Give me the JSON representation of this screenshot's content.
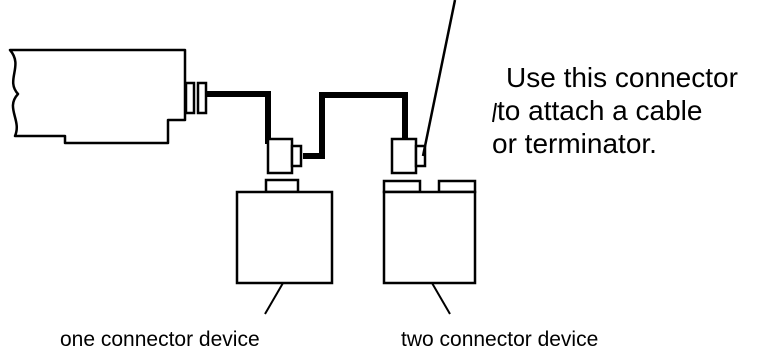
{
  "callout": {
    "lines": [
      "Use this connector",
      "to attach a cable",
      "or terminator."
    ]
  },
  "devices": {
    "one_connector_label": "one connector device",
    "two_connector_label": "two connector device"
  },
  "colors": {
    "ink": "#000000",
    "background": "#ffffff"
  }
}
